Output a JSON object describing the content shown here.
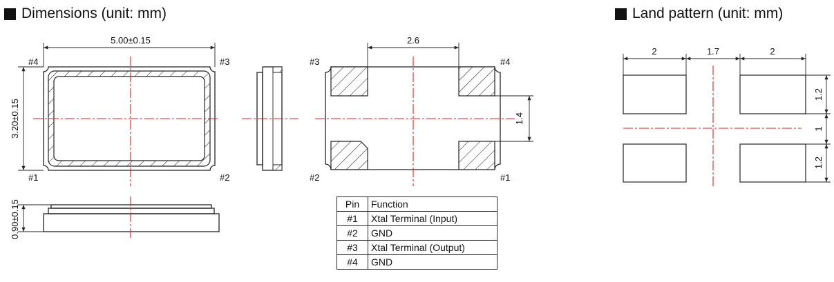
{
  "headings": {
    "dimensions": "Dimensions (unit: mm)",
    "land_pattern": "Land pattern (unit: mm)"
  },
  "dimensions": {
    "length": "5.00±0.15",
    "width": "3.20±0.15",
    "height": "0.90±0.15",
    "pad_pitch": "2.6",
    "pad_gap": "1.4"
  },
  "pins": {
    "p1": "#1",
    "p2": "#2",
    "p3": "#3",
    "p4": "#4"
  },
  "pin_table": {
    "header": {
      "pin": "Pin",
      "function": "Function"
    },
    "rows": [
      {
        "pin": "#1",
        "function": "Xtal Terminal (Input)"
      },
      {
        "pin": "#2",
        "function": "GND"
      },
      {
        "pin": "#3",
        "function": "Xtal Terminal (Output)"
      },
      {
        "pin": "#4",
        "function": "GND"
      }
    ]
  },
  "land_pattern": {
    "pad_width": "2",
    "pad_spacing": "1.7",
    "pad_height": "1.2",
    "pad_gap": "1"
  }
}
